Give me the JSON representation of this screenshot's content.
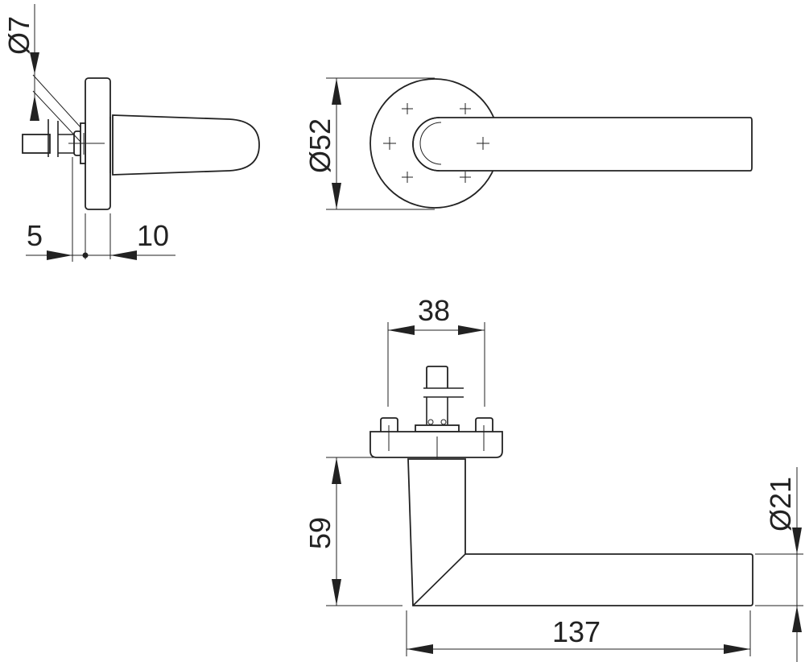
{
  "title": "Door lever handle technical drawing",
  "dimensions": {
    "spindle_diameter": "Ø7",
    "spindle_offset": "5",
    "rosette_thickness": "10",
    "rosette_diameter": "Ø52",
    "fixing_spacing": "38",
    "lever_height": "59",
    "lever_length": "137",
    "lever_diameter": "Ø21"
  },
  "colors": {
    "line": "#222222",
    "background": "#ffffff"
  }
}
